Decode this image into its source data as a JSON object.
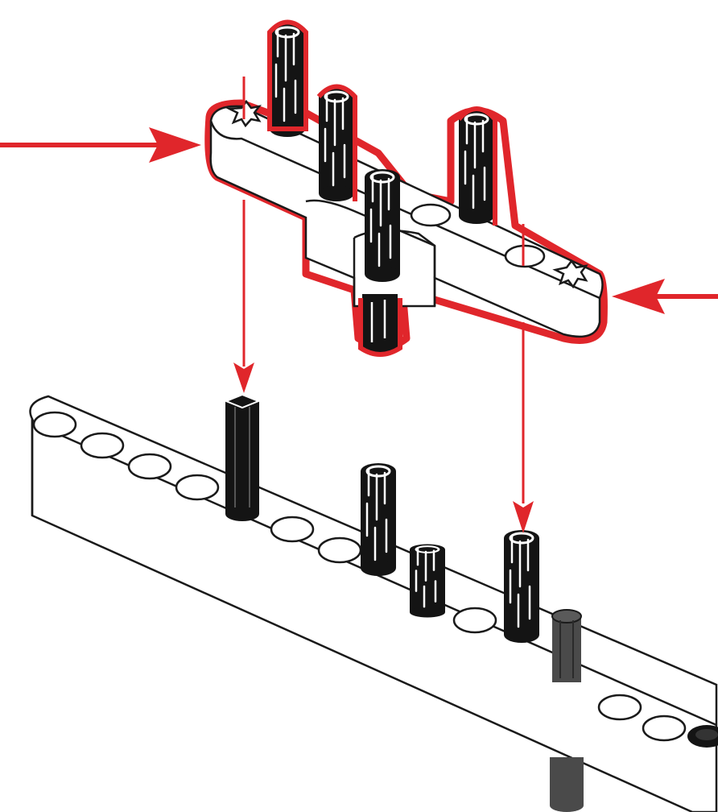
{
  "illustration": {
    "kind": "building-instruction-step",
    "parts": {
      "subassembly": [
        "cross-beam",
        "black-pin",
        "black-pin",
        "black-pin",
        "black-pin",
        "black-pin"
      ],
      "base": [
        "beam-15",
        "black-axle",
        "black-pin",
        "black-pin",
        "black-pin",
        "grey-axle"
      ]
    },
    "arrows": [
      "pointer-arrow-left",
      "pointer-arrow-right",
      "drop-arrow-left",
      "drop-arrow-right"
    ]
  },
  "colors": {
    "highlight": "#e0262b",
    "part_black": "#141414",
    "part_outline": "#1a1a1a",
    "part_white": "#ffffff",
    "part_grey": "#4a4a4a"
  }
}
